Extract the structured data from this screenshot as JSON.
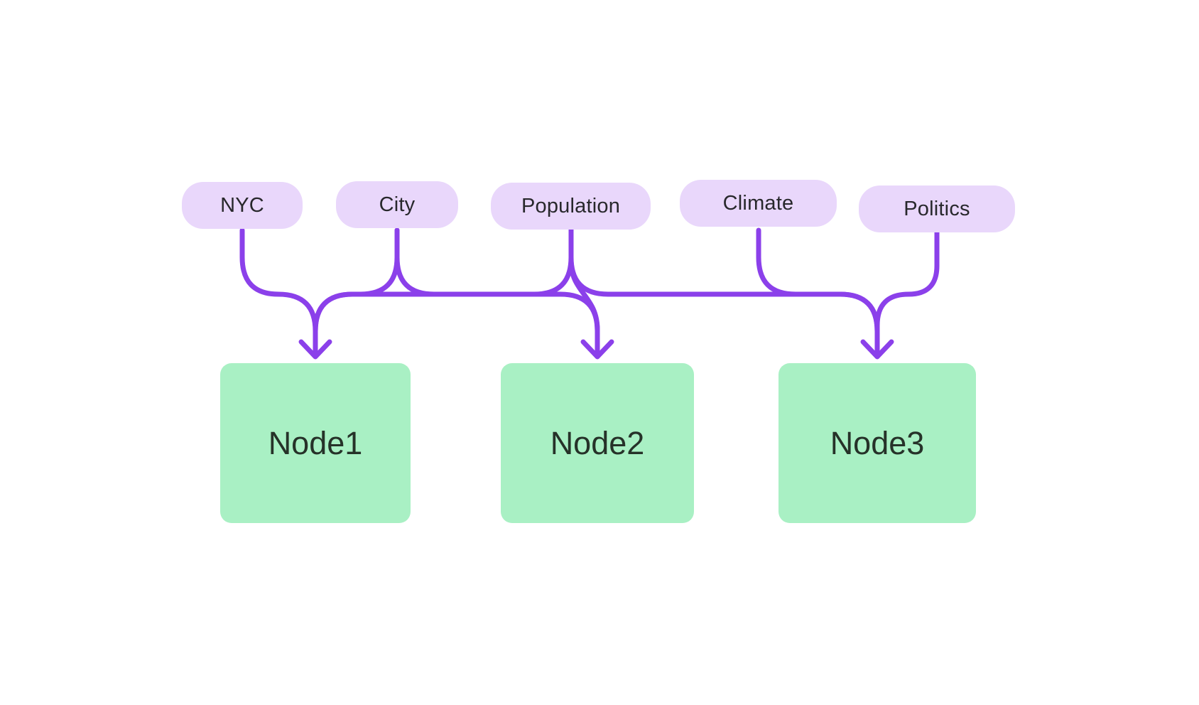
{
  "diagram": {
    "tags": [
      {
        "label": "NYC"
      },
      {
        "label": "City"
      },
      {
        "label": "Population"
      },
      {
        "label": "Climate"
      },
      {
        "label": "Politics"
      }
    ],
    "nodes": [
      {
        "label": "Node1"
      },
      {
        "label": "Node2"
      },
      {
        "label": "Node3"
      }
    ],
    "edges": [
      {
        "from": "NYC",
        "to": "Node1"
      },
      {
        "from": "City",
        "to": "Node1"
      },
      {
        "from": "City",
        "to": "Node2"
      },
      {
        "from": "Population",
        "to": "Node1"
      },
      {
        "from": "Population",
        "to": "Node2"
      },
      {
        "from": "Population",
        "to": "Node3"
      },
      {
        "from": "Climate",
        "to": "Node3"
      },
      {
        "from": "Politics",
        "to": "Node3"
      }
    ],
    "colors": {
      "tag_fill": "#E9D7FB",
      "node_fill": "#A9F0C4",
      "edge": "#8B40EA",
      "tag_text": "#28282C",
      "node_text": "#263229",
      "background": "#FFFFFF"
    }
  }
}
